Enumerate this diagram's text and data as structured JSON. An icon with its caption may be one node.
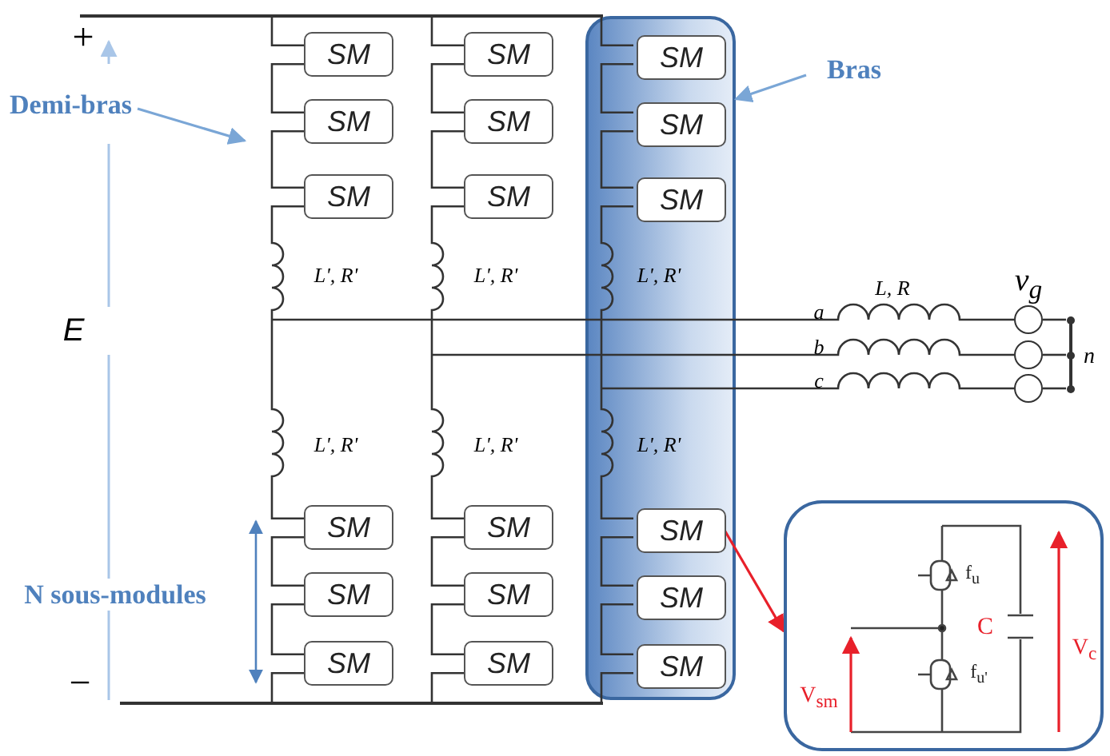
{
  "diagram": {
    "nodes": [
      {
        "text": [
          "Demi-bras"
        ]
      },
      {
        "text": [
          "Bras"
        ]
      },
      {
        "text": [],
        "shape": "box"
      },
      {
        "text": [
          "SM"
        ]
      },
      {
        "text": [
          "SM"
        ]
      },
      {
        "text": [
          "SM"
        ],
        "in": 2
      },
      {
        "text": [
          "SM"
        ]
      },
      {
        "text": [
          "SM"
        ]
      },
      {
        "text": [
          "SM"
        ],
        "in": 2
      },
      {
        "text": [
          "SM"
        ]
      },
      {
        "text": [
          "SM"
        ]
      },
      {
        "text": [
          "SM"
        ],
        "in": 2
      },
      {
        "text": [
          "SM"
        ]
      },
      {
        "text": [
          "SM"
        ]
      },
      {
        "text": [
          "SM"
        ],
        "in": 2
      },
      {
        "text": [
          "SM"
        ]
      },
      {
        "text": [
          "SM"
        ]
      },
      {
        "text": [
          "SM"
        ],
        "in": 2
      },
      {
        "text": [
          "SM"
        ]
      },
      {
        "text": [
          "SM"
        ]
      },
      {
        "text": [
          "SM"
        ],
        "in": 2
      },
      {
        "text": [
          "f$_{u}$",
          "C",
          "V$_{c}$",
          "f$_{u'}$",
          "V$_{sm}$"
        ]
      },
      {
        "text": [],
        "shape": "bar"
      },
      {
        "text": [],
        "shape": "bar"
      },
      {
        "text": [],
        "shape": "circle"
      },
      {
        "text": [],
        "shape": "circle"
      },
      {
        "text": [],
        "shape": "circle"
      },
      {
        "text": [],
        "shape": "bar"
      }
    ],
    "edges": [
      {
        "from": 0,
        "to": null,
        "arrow": "to",
        "color": "#7aa6d6"
      },
      {
        "from": 1,
        "to": 2,
        "arrow": "to",
        "color": "#7aa6d6"
      },
      {
        "from": 14,
        "to": 21,
        "arrow": "to",
        "color": "#e8202a"
      },
      {
        "from": 3,
        "to": 6,
        "arrow": "none"
      },
      {
        "from": 6,
        "to": 9,
        "arrow": "none"
      },
      {
        "from": 4,
        "to": 7,
        "arrow": "none"
      },
      {
        "from": 7,
        "to": 10,
        "arrow": "none"
      },
      {
        "from": 5,
        "to": 8,
        "arrow": "none"
      },
      {
        "from": 8,
        "to": 11,
        "arrow": "none"
      },
      {
        "from": 12,
        "to": 15,
        "arrow": "none"
      },
      {
        "from": 15,
        "to": 18,
        "arrow": "none"
      },
      {
        "from": 13,
        "to": 16,
        "arrow": "none"
      },
      {
        "from": 16,
        "to": 19,
        "arrow": "none"
      },
      {
        "from": 14,
        "to": 17,
        "arrow": "none"
      },
      {
        "from": 17,
        "to": 20,
        "arrow": "none"
      },
      {
        "from": 9,
        "to": 12,
        "arrow": "none"
      },
      {
        "from": 10,
        "to": 13,
        "arrow": "none"
      },
      {
        "from": 11,
        "to": 14,
        "arrow": "none"
      },
      {
        "from": 22,
        "to": 3,
        "arrow": "none"
      },
      {
        "from": 22,
        "to": 4,
        "arrow": "none"
      },
      {
        "from": 22,
        "to": 5,
        "arrow": "none"
      },
      {
        "from": 18,
        "to": 23,
        "arrow": "none"
      },
      {
        "from": 19,
        "to": 23,
        "arrow": "none"
      },
      {
        "from": 20,
        "to": 23,
        "arrow": "none"
      },
      {
        "from": null,
        "to": 24,
        "arrow": "none"
      },
      {
        "from": null,
        "to": 25,
        "arrow": "none"
      },
      {
        "from": 2,
        "to": 26,
        "arrow": "none"
      },
      {
        "from": 24,
        "to": 27,
        "arrow": "none"
      },
      {
        "from": 25,
        "to": 27,
        "arrow": "none"
      },
      {
        "from": 26,
        "to": 27,
        "arrow": "none"
      }
    ],
    "labels": [
      "+",
      "E",
      "L', R'",
      "L', R'",
      "L', R'",
      "L, R",
      "v$_{g}$",
      "a",
      "b",
      "n",
      "c",
      "L', R'",
      "L', R'",
      "L', R'",
      "N sous-modules",
      "−"
    ]
  }
}
